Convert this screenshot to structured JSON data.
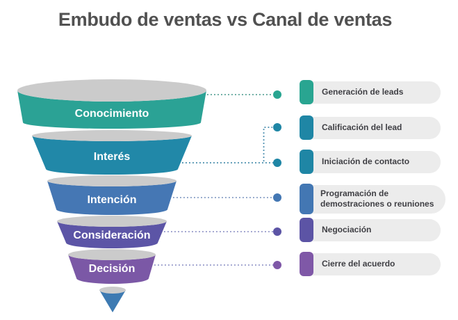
{
  "title": {
    "text": "Embudo de ventas vs Canal de ventas",
    "color": "#515151"
  },
  "funnel": {
    "inner_color": "#CBCBCB",
    "tip_color": "#3D7AB2",
    "label_color": "#FFFFFF",
    "stages": [
      {
        "label": "Conocimiento",
        "color": "#2BA295"
      },
      {
        "label": "Interés",
        "color": "#2188A8"
      },
      {
        "label": "Intención",
        "color": "#4577B4"
      },
      {
        "label": "Consideración",
        "color": "#5C55A6"
      },
      {
        "label": "Decisión",
        "color": "#7B58A6"
      }
    ]
  },
  "channel": {
    "pill_bg": "#ECECEC",
    "text_color": "#3F3F44",
    "items": [
      {
        "label": "Generación de leads",
        "color": "#29A591",
        "line_color": "#4E9D90"
      },
      {
        "label": "Calificación del lead",
        "color": "#1F86A5",
        "line_color": "#3D86A8"
      },
      {
        "label": "Iniciación de contacto",
        "color": "#1F86A5",
        "line_color": "#3D86A8"
      },
      {
        "label": "Programación de demostraciones o reuniones",
        "color": "#4377B3",
        "line_color": "#7E96C0"
      },
      {
        "label": "Negociación",
        "color": "#5C54A5",
        "line_color": "#8E93C6"
      },
      {
        "label": "Cierre del acuerdo",
        "color": "#7F58A7",
        "line_color": "#8E93C6"
      }
    ]
  }
}
